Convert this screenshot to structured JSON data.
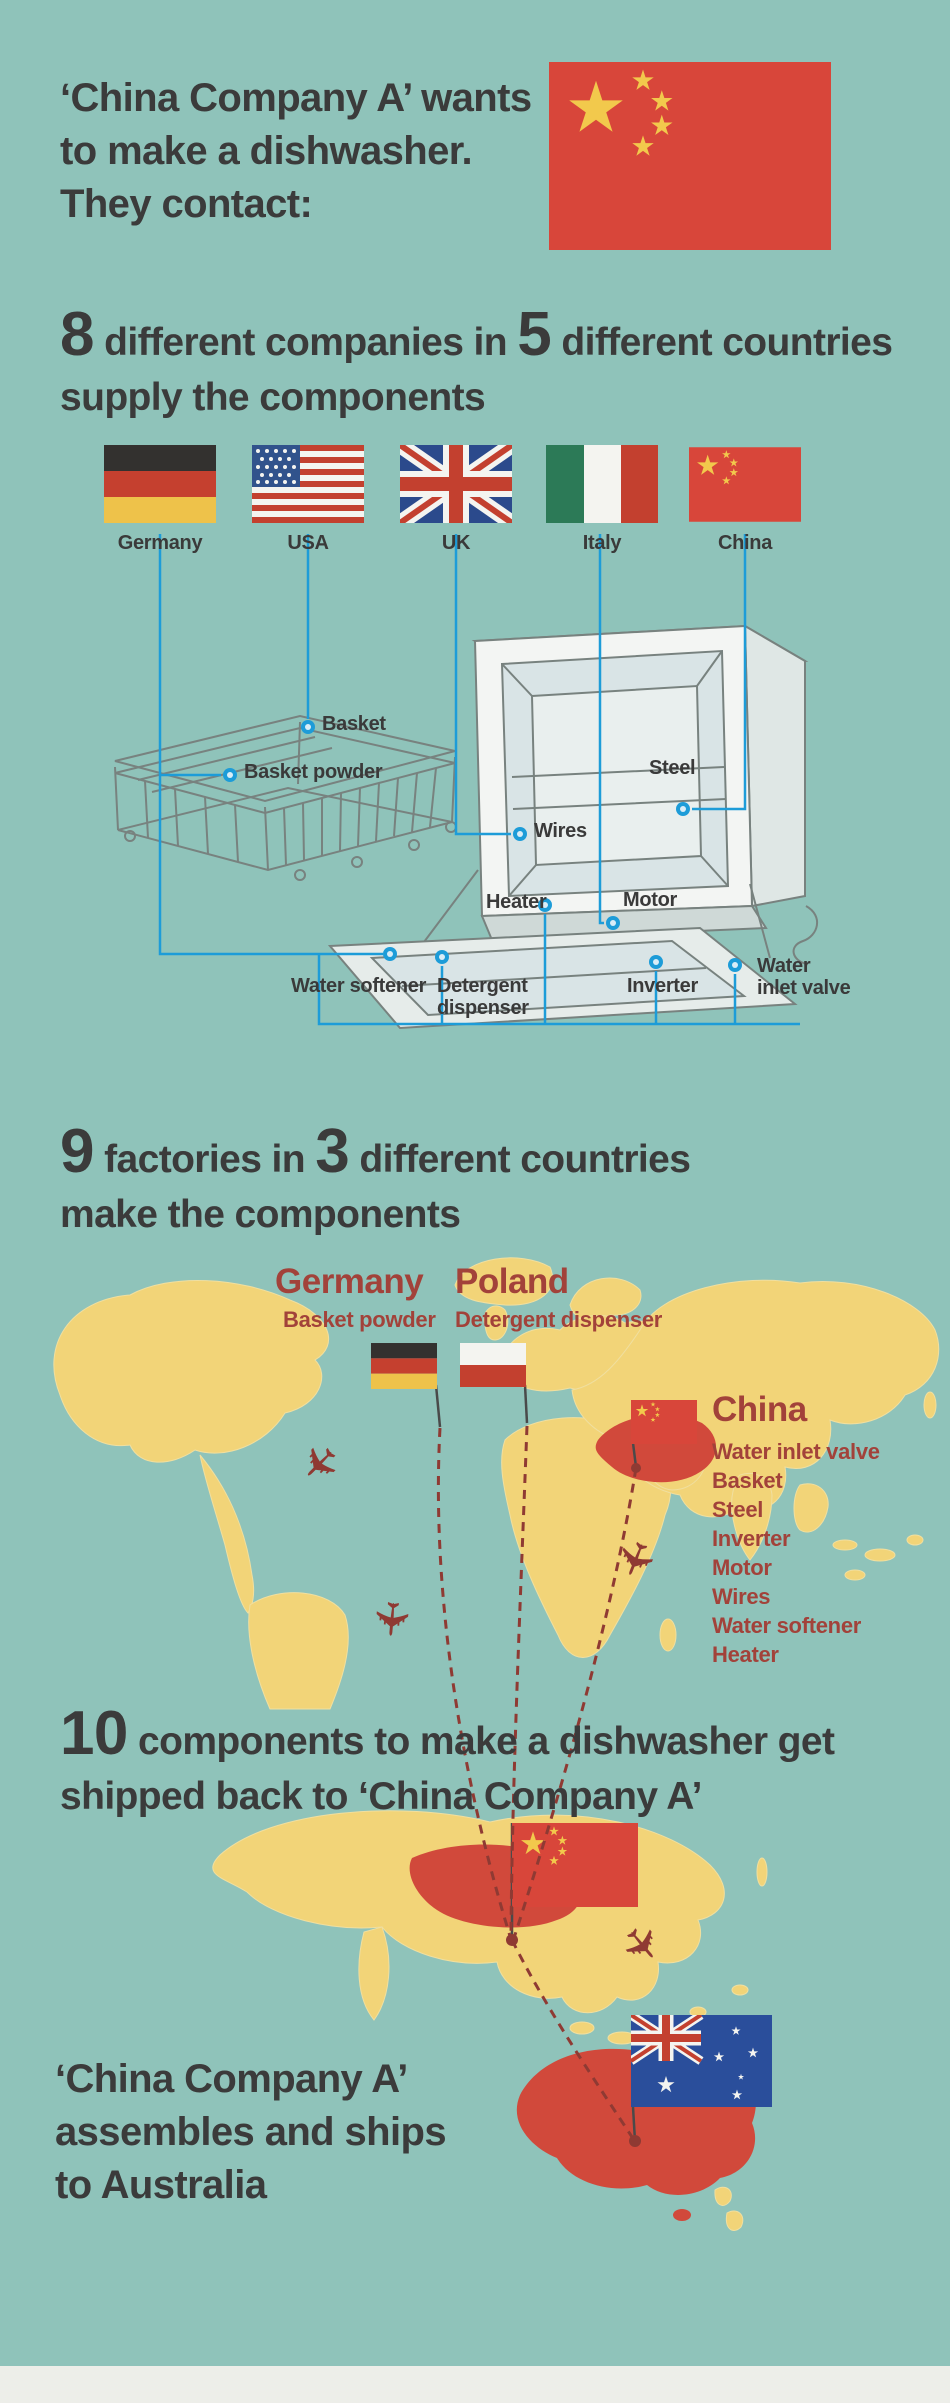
{
  "colors": {
    "background": "#8fc3ba",
    "text_dark": "#3b3b3b",
    "map_yellow": "#f2d478",
    "map_red": "#d1493b",
    "heading_red": "#a2423a",
    "line_blue": "#1d9cd8",
    "route_red": "#8f3a33"
  },
  "intro": {
    "line1": "‘China Company A’ wants",
    "line2": "to make a dishwasher.",
    "line3": "They contact:"
  },
  "suppliers": {
    "num_companies": "8",
    "text_a": " different companies in ",
    "num_countries": "5",
    "text_b": " different countries",
    "line2": "supply the components",
    "flags": [
      {
        "label": "Germany"
      },
      {
        "label": "USA"
      },
      {
        "label": "UK"
      },
      {
        "label": "Italy"
      },
      {
        "label": "China"
      }
    ]
  },
  "diagram": {
    "labels": {
      "basket": "Basket",
      "basket_powder": "Basket powder",
      "steel": "Steel",
      "wires": "Wires",
      "heater": "Heater",
      "motor": "Motor",
      "water_softener": "Water softener",
      "detergent_dispenser": "Detergent dispenser",
      "inverter": "Inverter",
      "water_inlet_valve": "Water inlet valve"
    }
  },
  "factories": {
    "num_factories": "9",
    "text_a": " factories in ",
    "num_countries": "3",
    "text_b": " different countries",
    "line2": "make the components",
    "germany": {
      "name": "Germany",
      "item": "Basket powder"
    },
    "poland": {
      "name": "Poland",
      "item": "Detergent dispenser"
    },
    "china": {
      "name": "China",
      "items": [
        "Water inlet valve",
        "Basket",
        "Steel",
        "Inverter",
        "Motor",
        "Wires",
        "Water softener",
        "Heater"
      ]
    }
  },
  "shipping": {
    "num": "10",
    "text_a": " components to make a dishwasher get",
    "line2": "shipped back to ‘China Company A’"
  },
  "assembly": {
    "line1": "‘China Company A’",
    "line2": "assembles and ships",
    "line3": "to Australia"
  }
}
